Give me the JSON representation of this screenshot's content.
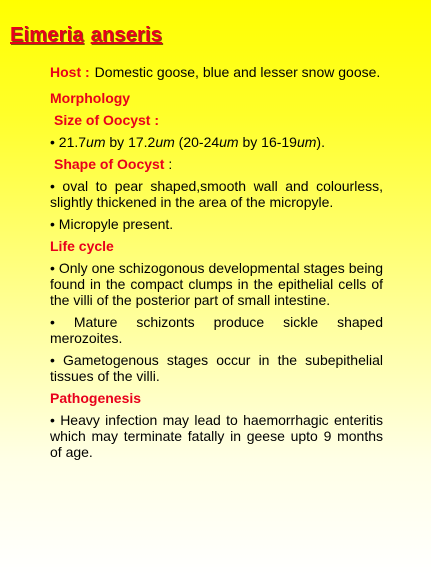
{
  "title": {
    "part1": "Eimeria",
    "part2": "anseris"
  },
  "host": {
    "label": "Host :",
    "text": "Domestic goose, blue and lesser snow goose."
  },
  "morphology": {
    "heading": "Morphology",
    "size_heading": "Size of Oocyst :",
    "size_bullet": {
      "b1": "• 21.7",
      "u1": "um",
      "b2": " by 17.2",
      "u2": "um",
      "b3": " (20-24",
      "u3": "um",
      "b4": " by 16-19",
      "u4": "um",
      "b5": ")."
    },
    "shape_heading": "Shape of Oocyst",
    "shape_colon": " :",
    "shape_bullets": [
      "• oval to pear shaped,smooth wall and colourless, slightly thickened in the area of the micropyle.",
      "• Micropyle present."
    ]
  },
  "life_cycle": {
    "heading": "Life cycle",
    "bullets": [
      "• Only one schizogonous developmental stages being found in the compact clumps in the epithelial cells of the villi of the posterior part of small intestine.",
      "• Mature schizonts produce sickle shaped merozoites.",
      "• Gametogenous stages occur in the subepithelial tissues of the villi."
    ]
  },
  "pathogenesis": {
    "heading": "Pathogenesis",
    "bullets": [
      "• Heavy infection may lead to haemorrhagic enteritis which may terminate fatally in geese upto 9 months of age."
    ]
  },
  "colors": {
    "heading_red": "#e8001c",
    "bg_top": "#ffff00",
    "bg_bottom": "#ffffff"
  }
}
